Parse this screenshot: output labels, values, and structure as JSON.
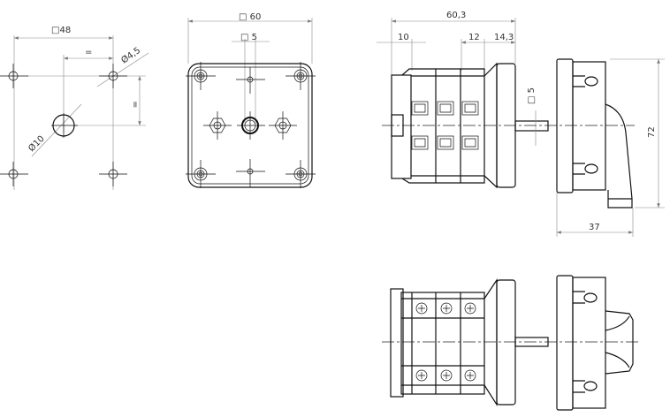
{
  "drilling_view": {
    "square_dim": "48",
    "equal_h": "=",
    "equal_v": "=",
    "hole_dia": "Ø4,5",
    "center_dia": "Ø10"
  },
  "front_view": {
    "square_dim": "60",
    "shaft_square": "5"
  },
  "side_view": {
    "overall_length": "60,3",
    "first_module": "10",
    "module": "12",
    "flange": "14,3",
    "shaft_square": "5",
    "height": "72",
    "handle_depth": "37"
  },
  "square_symbol": "□",
  "line_color": "#111111",
  "dimension_color": "#888888"
}
